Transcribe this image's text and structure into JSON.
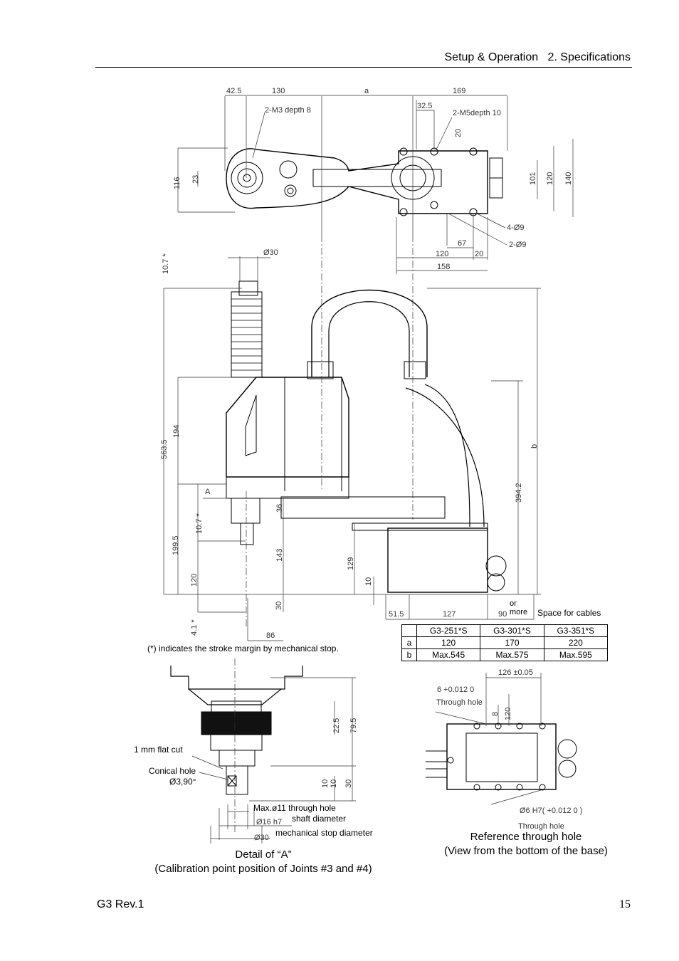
{
  "header": {
    "section": "Setup & Operation",
    "chapter": "2. Specifications"
  },
  "top_view": {
    "dims": [
      "42.5",
      "130",
      "a",
      "169",
      "32.5",
      "20",
      "2-M3 depth 8",
      "2-M5depth 10",
      "116",
      "23",
      "101",
      "120",
      "140",
      "4-Ø9",
      "67",
      "2-Ø9",
      "120",
      "20",
      "158"
    ]
  },
  "side_view": {
    "dims": [
      "Ø30",
      "10.7 *",
      "563.5",
      "194",
      "A",
      "36",
      "10.7 *",
      "199.5",
      "143",
      "129",
      "120",
      "10",
      "30",
      "4.1 *",
      "86",
      "51.5",
      "127",
      "90",
      "394.2",
      "b"
    ],
    "or_more": "or\nmore",
    "space_for_cables": "Space for cables",
    "stroke_note": "(*) indicates the stroke margin by mechanical stop."
  },
  "spec_table": {
    "headers": [
      "",
      "G3-251*S",
      "G3-301*S",
      "G3-351*S"
    ],
    "rows": [
      [
        "a",
        "120",
        "170",
        "220"
      ],
      [
        "b",
        "Max.545",
        "Max.575",
        "Max.595"
      ]
    ]
  },
  "detail_a": {
    "labels": {
      "flat_cut": "1 mm flat cut",
      "conical_hole": "Conical hole",
      "conical_spec": "Ø3,90°",
      "through_hole": "Max.ø11 through hole",
      "shaft_diameter": "shaft diameter",
      "mech_stop": "mechanical stop diameter"
    },
    "dims": [
      "22.5",
      "79.5",
      "30",
      "10",
      "10",
      "Ø16 h7",
      "Ø30"
    ],
    "caption_line1": "Detail of “A”",
    "caption_line2": "(Calibration point position of Joints #3 and #4)"
  },
  "ref_hole": {
    "dims": [
      "126 ±0.05",
      "6 +0.012 0",
      "Through hole",
      "8",
      "120",
      "Ø6 H7( +0.012 0 )",
      "Through hole"
    ],
    "caption_line1": "Reference through hole",
    "caption_line2": "(View from the bottom of the base)"
  },
  "footer": {
    "doc": "G3 Rev.1",
    "page": "15"
  }
}
